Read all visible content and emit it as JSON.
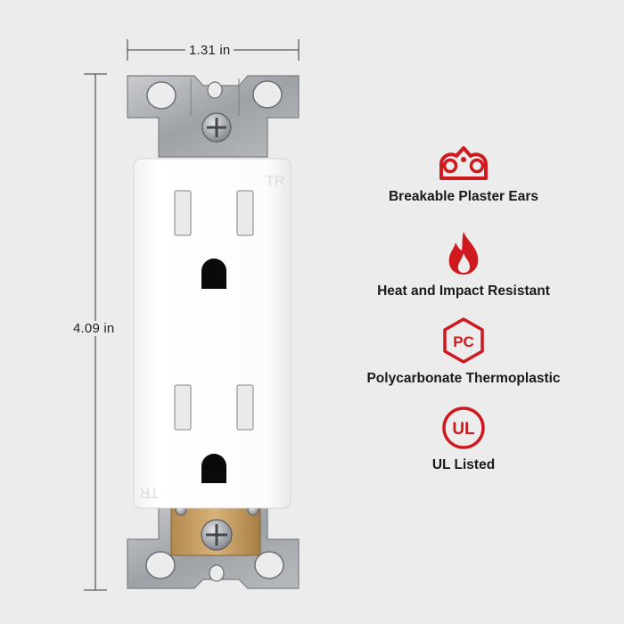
{
  "dimensions": {
    "width_label": "1.31 in",
    "height_label": "4.09 in"
  },
  "receptacle": {
    "top_mark": "TR",
    "bottom_mark": "TR"
  },
  "features": [
    {
      "icon": "plaster-ears-icon",
      "label": "Breakable Plaster Ears"
    },
    {
      "icon": "flame-icon",
      "label": "Heat and Impact Resistant"
    },
    {
      "icon": "pc-badge-icon",
      "icon_text": "PC",
      "label": "Polycarbonate Thermoplastic"
    },
    {
      "icon": "ul-mark-icon",
      "icon_text": "UL",
      "label": "UL Listed"
    }
  ],
  "colors": {
    "accent_red": "#d0191f",
    "background": "#ececec",
    "plate": "#fdfdfd",
    "metal": "#a9acb0"
  }
}
